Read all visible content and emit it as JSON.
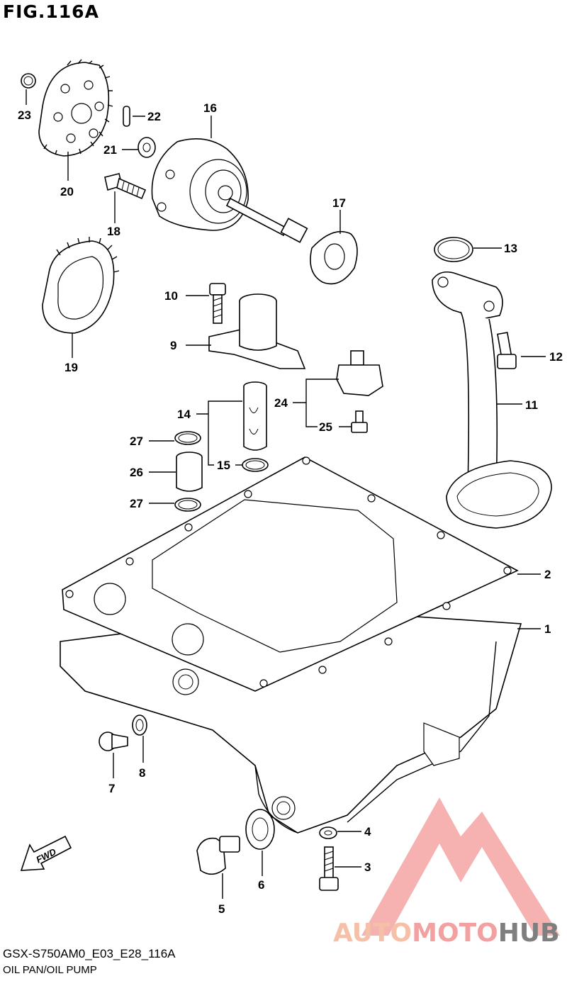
{
  "figure": {
    "title": "FIG.116A",
    "model_code": "GSX-S750AM0_E03_E28_116A",
    "caption": "OIL PAN/OIL PUMP"
  },
  "watermark": {
    "part1": "AUTO",
    "part2": "MOTO",
    "part3": "HUB",
    "colors": {
      "part1": "#f6c0a8",
      "part2": "#f2a0a0",
      "part3": "#7f7f7f",
      "triangle": "#f4a3a3"
    }
  },
  "fwd_label": "FWD",
  "callouts": {
    "c1": "1",
    "c2": "2",
    "c3": "3",
    "c4": "4",
    "c5": "5",
    "c6": "6",
    "c7": "7",
    "c8": "8",
    "c9": "9",
    "c10": "10",
    "c11": "11",
    "c12": "12",
    "c13": "13",
    "c14": "14",
    "c15": "15",
    "c16": "16",
    "c17": "17",
    "c18": "18",
    "c19": "19",
    "c20": "20",
    "c21": "21",
    "c22": "22",
    "c23": "23",
    "c24": "24",
    "c25": "25",
    "c26": "26",
    "c27a": "27",
    "c27b": "27"
  }
}
